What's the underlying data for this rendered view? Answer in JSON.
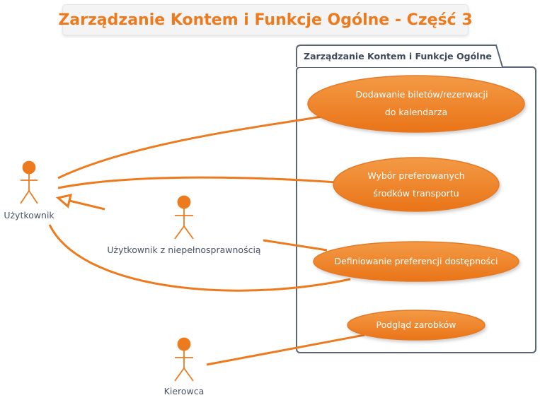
{
  "title": "Zarządzanie Kontem i Funkcje Ogólne - Część 3",
  "package": {
    "title": "Zarządzanie Kontem i Funkcje Ogólne"
  },
  "actors": {
    "user": "Użytkownik",
    "disabled_user": "Użytkownik z niepełnosprawnością",
    "driver": "Kierowca"
  },
  "use_cases": {
    "add_tickets": [
      "Dodawanie biletów/rezerwacji",
      "do kalendarza"
    ],
    "transport_prefs": [
      "Wybór preferowanych",
      "środków transportu"
    ],
    "accessibility_prefs": [
      "Definiowanie preferencji dostępności"
    ],
    "earnings": [
      "Podgląd zarobków"
    ]
  },
  "colors": {
    "accent": "#ee7a1e",
    "usecase_fill": "#f08a2c",
    "usecase_fill_dark": "#ea7418",
    "package_border": "#5a6578",
    "title_text": "#ee7a1e",
    "title_bg": "#f4f4f4",
    "label_text": "#4a5568"
  }
}
